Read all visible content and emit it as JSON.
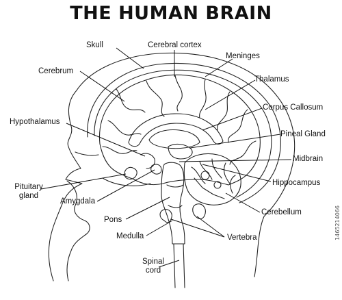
{
  "title": "THE HUMAN BRAIN",
  "labels": {
    "skull": "Skull",
    "cerebral_cortex": "Cerebral cortex",
    "meninges": "Meninges",
    "cerebrum": "Cerebrum",
    "thalamus": "Thalamus",
    "corpus_callosum": "Corpus Callosum",
    "hypothalamus": "Hypothalamus",
    "pineal_gland": "Pineal Gland",
    "midbrain": "Midbrain",
    "hippocampus": "Hippocampus",
    "pituitary_line1": "Pituitary",
    "pituitary_line2": "gland",
    "amygdala": "Amygdala",
    "cerebellum": "Cerebellum",
    "pons": "Pons",
    "vertebra": "Vertebra",
    "medulla": "Medulla",
    "spinal_line1": "Spinal",
    "spinal_line2": "cord"
  },
  "stock_id": "1465214066"
}
